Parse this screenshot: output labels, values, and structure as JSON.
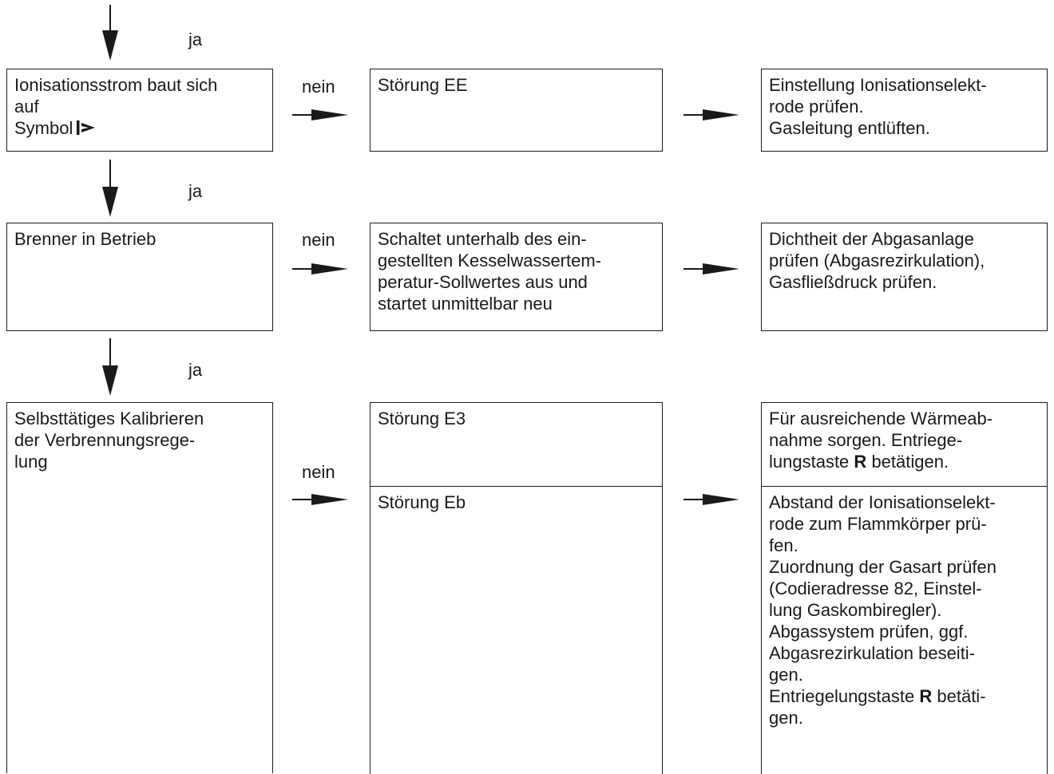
{
  "flow": {
    "yes_label": "ja",
    "no_label": "nein",
    "rows": [
      {
        "check_lines": [
          "Ionisationsstrom baut sich",
          "auf",
          "Symbol"
        ],
        "fault_lines": [
          "Störung EE"
        ],
        "action_lines": [
          "Einstellung Ionisationselekt-",
          "rode prüfen.",
          "Gasleitung entlüften."
        ]
      },
      {
        "check_lines": [
          "Brenner in Betrieb"
        ],
        "fault_lines": [
          "Schaltet unterhalb des ein-",
          "gestellten Kesselwassertem-",
          "peratur-Sollwertes aus und",
          "startet unmittelbar neu"
        ],
        "action_lines": [
          "Dichtheit der Abgasanlage",
          "prüfen (Abgasrezirkulation),",
          "Gasfließdruck prüfen."
        ]
      },
      {
        "check_lines": [
          "Selbsttätiges Kalibrieren",
          "der Verbrennungsrege-",
          "lung"
        ],
        "fault_a_lines": [
          "Störung E3"
        ],
        "action_a_lines": [
          "Für ausreichende Wärmeab-",
          "nahme sorgen. Entriege-"
        ],
        "action_a_line3_pre": "lungstaste",
        "action_a_line3_key": "R",
        "action_a_line3_post": "betätigen.",
        "fault_b_lines": [
          "Störung Eb"
        ],
        "action_b_lines": [
          "Abstand der Ionisationselekt-",
          "rode zum Flammkörper prü-",
          "fen.",
          "Zuordnung der Gasart prüfen",
          "(Codieradresse 82, Einstel-",
          "lung Gaskombiregler).",
          "Abgassystem prüfen, ggf.",
          "Abgasrezirkulation beseiti-",
          "gen."
        ],
        "action_b_line10_pre": "Entriegelungstaste",
        "action_b_line10_key": "R",
        "action_b_line10_post": "betäti-",
        "action_b_line11": "gen."
      }
    ]
  },
  "icons": {
    "flame_symbol": "flame-symbol-icon"
  }
}
